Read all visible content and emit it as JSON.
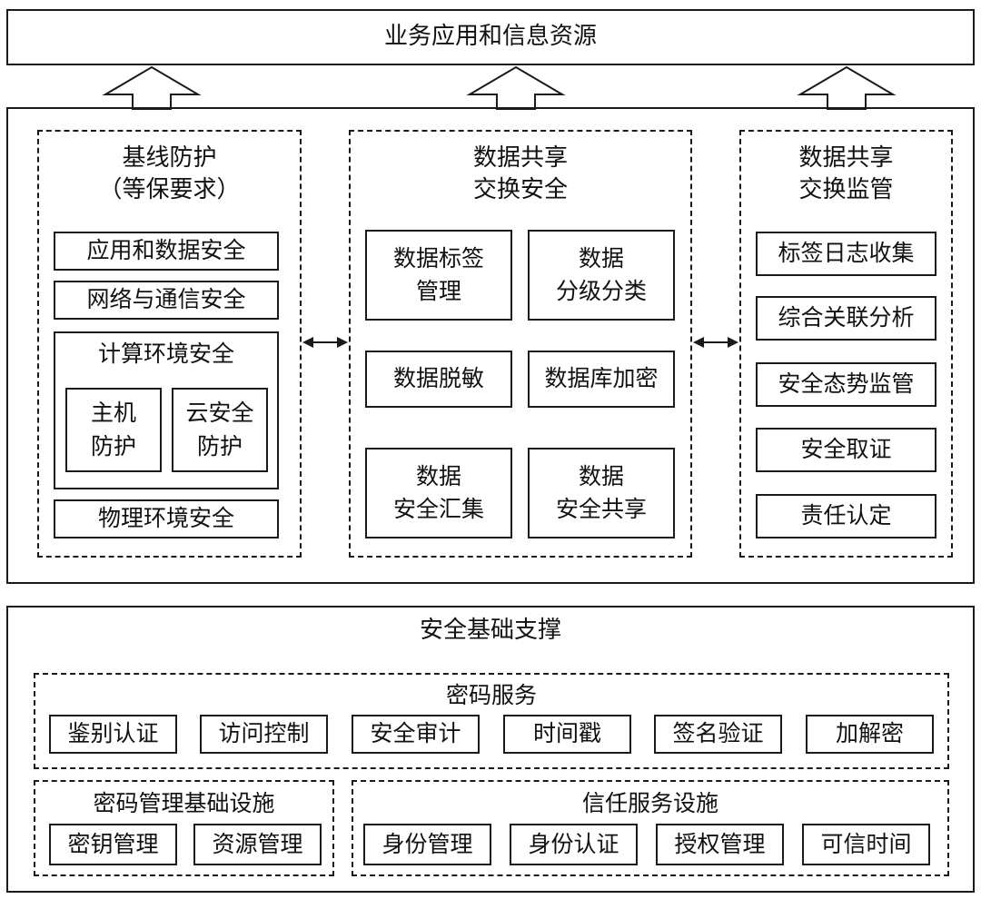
{
  "top": {
    "title": "业务应用和信息资源"
  },
  "baseline": {
    "title": "基线防护\n（等保要求）",
    "app_data": "应用和数据安全",
    "network": "网络与通信安全",
    "compute": {
      "title": "计算环境安全",
      "host": "主机\n防护",
      "cloud": "云安全\n防护"
    },
    "physical": "物理环境安全"
  },
  "exchange": {
    "title": "数据共享\n交换安全",
    "items": [
      "数据标签\n管理",
      "数据\n分级分类",
      "数据脱敏",
      "数据库加密",
      "数据\n安全汇集",
      "数据\n安全共享"
    ]
  },
  "supervision": {
    "title": "数据共享\n交换监管",
    "items": [
      "标签日志收集",
      "综合关联分析",
      "安全态势监管",
      "安全取证",
      "责任认定"
    ]
  },
  "foundation": {
    "title": "安全基础支撑",
    "crypto": {
      "title": "密码服务",
      "items": [
        "鉴别认证",
        "访问控制",
        "安全审计",
        "时间戳",
        "签名验证",
        "加解密"
      ]
    },
    "infra": {
      "title": "密码管理基础设施",
      "items": [
        "密钥管理",
        "资源管理"
      ]
    },
    "trust": {
      "title": "信任服务设施",
      "items": [
        "身份管理",
        "身份认证",
        "授权管理",
        "可信时间"
      ]
    }
  }
}
